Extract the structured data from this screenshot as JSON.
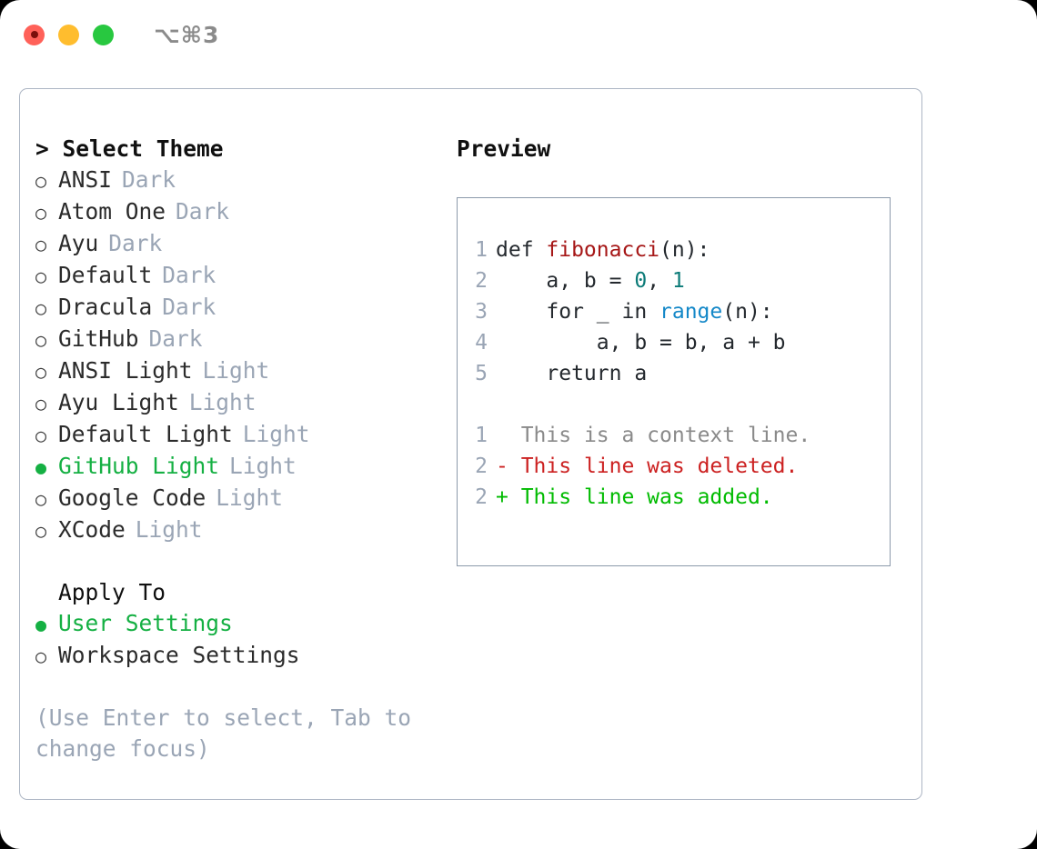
{
  "titlebar": {
    "shortcut": "⌥⌘3",
    "lights": [
      "close",
      "minimize",
      "zoom"
    ]
  },
  "theme_picker": {
    "header": "> Select Theme",
    "options": [
      {
        "bullet": "○",
        "name": "ANSI",
        "tag": "Dark",
        "selected": false
      },
      {
        "bullet": "○",
        "name": "Atom One",
        "tag": "Dark",
        "selected": false
      },
      {
        "bullet": "○",
        "name": "Ayu",
        "tag": "Dark",
        "selected": false
      },
      {
        "bullet": "○",
        "name": "Default",
        "tag": "Dark",
        "selected": false
      },
      {
        "bullet": "○",
        "name": "Dracula",
        "tag": "Dark",
        "selected": false
      },
      {
        "bullet": "○",
        "name": "GitHub",
        "tag": "Dark",
        "selected": false
      },
      {
        "bullet": "○",
        "name": "ANSI Light",
        "tag": "Light",
        "selected": false
      },
      {
        "bullet": "○",
        "name": "Ayu Light",
        "tag": "Light",
        "selected": false
      },
      {
        "bullet": "○",
        "name": "Default Light",
        "tag": "Light",
        "selected": false
      },
      {
        "bullet": "●",
        "name": "GitHub Light",
        "tag": "Light",
        "selected": true
      },
      {
        "bullet": "○",
        "name": "Google Code",
        "tag": "Light",
        "selected": false
      },
      {
        "bullet": "○",
        "name": "XCode",
        "tag": "Light",
        "selected": false
      }
    ]
  },
  "apply_to": {
    "header": "Apply To",
    "options": [
      {
        "bullet": "●",
        "name": "User Settings",
        "selected": true
      },
      {
        "bullet": "○",
        "name": "Workspace Settings",
        "selected": false
      }
    ]
  },
  "hint": "(Use Enter to select, Tab to change focus)",
  "preview": {
    "title": "Preview",
    "code_lines": [
      {
        "num": "1",
        "segments": [
          {
            "text": "def ",
            "style": "ctext"
          },
          {
            "text": "fibonacci",
            "style": "tok-fn"
          },
          {
            "text": "(n):",
            "style": "ctext"
          }
        ]
      },
      {
        "num": "2",
        "segments": [
          {
            "text": "    a, b = ",
            "style": "ctext"
          },
          {
            "text": "0",
            "style": "tok-num"
          },
          {
            "text": ", ",
            "style": "ctext"
          },
          {
            "text": "1",
            "style": "tok-num"
          }
        ]
      },
      {
        "num": "3",
        "segments": [
          {
            "text": "    for _ in ",
            "style": "ctext"
          },
          {
            "text": "range",
            "style": "tok-call"
          },
          {
            "text": "(n):",
            "style": "ctext"
          }
        ]
      },
      {
        "num": "4",
        "segments": [
          {
            "text": "        a, b = b, a + b",
            "style": "ctext"
          }
        ]
      },
      {
        "num": "5",
        "segments": [
          {
            "text": "    return a",
            "style": "ctext"
          }
        ]
      }
    ],
    "diff_lines": [
      {
        "num": "1",
        "marker": "  ",
        "text": "This is a context line.",
        "style": "diff-ctx"
      },
      {
        "num": "2",
        "marker": "- ",
        "text": "This line was deleted.",
        "style": "diff-del"
      },
      {
        "num": "2",
        "marker": "+ ",
        "text": "This line was added.",
        "style": "diff-add"
      }
    ]
  },
  "colors": {
    "accent_green": "#15b043",
    "muted": "#9aa5b5",
    "border": "#adb6c4",
    "preview_border": "#8c9aab",
    "light_red": "#ff6159",
    "light_yellow": "#ffbd2e",
    "light_green": "#28c840"
  }
}
